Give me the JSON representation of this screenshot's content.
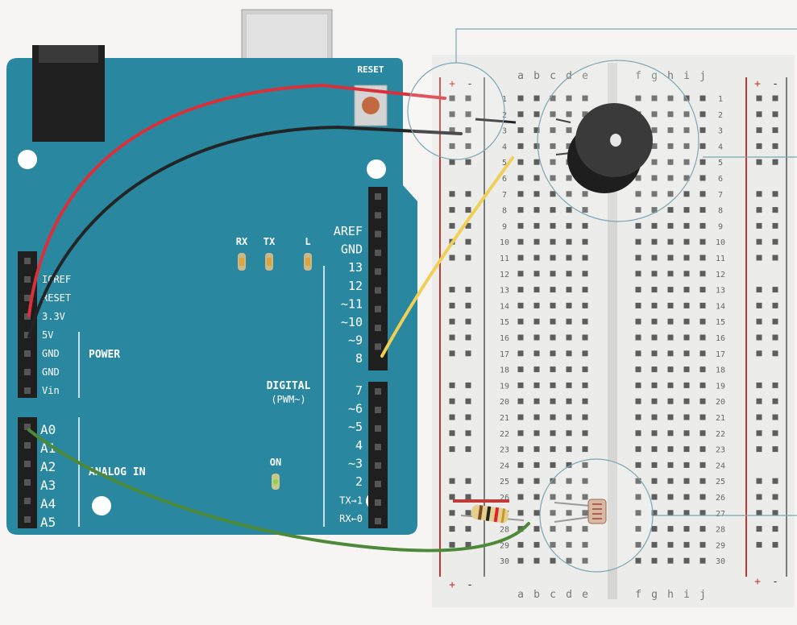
{
  "board": {
    "reset_label": "RESET",
    "led_labels": [
      "RX",
      "TX",
      "L"
    ],
    "on_label": "ON",
    "power_header": [
      "IOREF",
      "RESET",
      "3.3V",
      "5V",
      "GND",
      "GND",
      "Vin"
    ],
    "power_title": "POWER",
    "analog_header": [
      "A0",
      "A1",
      "A2",
      "A3",
      "A4",
      "A5"
    ],
    "analog_title": "ANALOG IN",
    "digital_upper": [
      "AREF",
      "GND",
      "13",
      "12",
      "~11",
      "~10",
      "~9",
      "8"
    ],
    "digital_lower": [
      "7",
      "~6",
      "~5",
      "4",
      "~3",
      "2",
      "TX→1",
      "RX←0"
    ],
    "digital_title": "DIGITAL",
    "digital_subtitle": "(PWM~)"
  },
  "breadboard": {
    "column_letters": [
      "a",
      "b",
      "c",
      "d",
      "e",
      "f",
      "g",
      "h",
      "i",
      "j"
    ],
    "rows": 30,
    "rail_plus": "+",
    "rail_minus": "-"
  },
  "colors": {
    "board": "#2a87a0",
    "red_wire": "#d9303a",
    "black_wire": "#222426",
    "yellow_wire": "#f0cf55",
    "green_wire": "#4c8a3a",
    "rail_red": "#c8352e",
    "callout_line": "#7aa6b4"
  }
}
